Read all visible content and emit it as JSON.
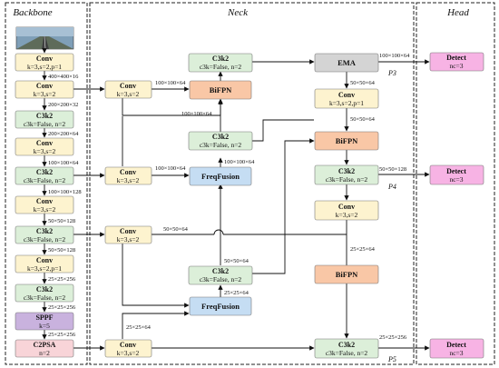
{
  "sections": {
    "backbone": "Backbone",
    "neck": "Neck",
    "head": "Head"
  },
  "colors": {
    "conv": "#fdf3cf",
    "c3k2": "#dcefd9",
    "bifpn": "#f9c7a6",
    "freqfusion": "#c5ddf3",
    "ema": "#d4d4d4",
    "sppf": "#c9b2de",
    "c2psa": "#f8d4d8",
    "detect": "#f7b3e4"
  },
  "blocks": {
    "b_conv1": {
      "title": "Conv",
      "sub": "k=3,s=2,p=1"
    },
    "b_conv2": {
      "title": "Conv",
      "sub": "k=3,s=2"
    },
    "b_c3k2_1": {
      "title": "C3k2",
      "sub": "c3k=False, n=2"
    },
    "b_conv3": {
      "title": "Conv",
      "sub": "k=3,s=2"
    },
    "b_c3k2_2": {
      "title": "C3k2",
      "sub": "c3k=False, n=2"
    },
    "b_conv4": {
      "title": "Conv",
      "sub": "k=3,s=2"
    },
    "b_c3k2_3": {
      "title": "C3k2",
      "sub": "c3k=False, n=2"
    },
    "b_conv5": {
      "title": "Conv",
      "sub": "k=3,s=2,p=1"
    },
    "b_c3k2_4": {
      "title": "C3k2",
      "sub": "c3k=False, n=2"
    },
    "b_sppf": {
      "title": "SPPF",
      "sub": "k=5"
    },
    "b_c2psa": {
      "title": "C2PSA",
      "sub": "n=2"
    },
    "n_conv_a": {
      "title": "Conv",
      "sub": "k=3,s=2"
    },
    "n_conv_b": {
      "title": "Conv",
      "sub": "k=3,s=2"
    },
    "n_conv_c": {
      "title": "Conv",
      "sub": "k=3,s=2"
    },
    "n_conv_d": {
      "title": "Conv",
      "sub": "k=3,s=2"
    },
    "n_c3k2_top": {
      "title": "C3k2",
      "sub": "c3k=False, n=2"
    },
    "n_bifpn_1": {
      "title": "BiFPN"
    },
    "n_c3k2_mid": {
      "title": "C3k2",
      "sub": "c3k=False, n=2"
    },
    "n_freq_1": {
      "title": "FreqFusion"
    },
    "n_c3k2_low": {
      "title": "C3k2",
      "sub": "c3k=False, n=2"
    },
    "n_freq_2": {
      "title": "FreqFusion"
    },
    "n_ema": {
      "title": "EMA"
    },
    "n_conv_r1": {
      "title": "Conv",
      "sub": "k=3,s=2,p=1"
    },
    "n_bifpn_2": {
      "title": "BiFPN"
    },
    "n_c3k2_r1": {
      "title": "C3k2",
      "sub": "c3k=False, n=2"
    },
    "n_conv_r2": {
      "title": "Conv",
      "sub": "k=3,s=2"
    },
    "n_bifpn_3": {
      "title": "BiFPN"
    },
    "n_c3k2_r2": {
      "title": "C3k2",
      "sub": "c3k=False, n=2"
    },
    "h_detect1": {
      "title": "Detect",
      "sub": "nc=3"
    },
    "h_detect2": {
      "title": "Detect",
      "sub": "nc=3"
    },
    "h_detect3": {
      "title": "Detect",
      "sub": "nc=3"
    }
  },
  "labels": {
    "d1": "400×400×16",
    "d2": "200×200×32",
    "d3": "200×200×64",
    "d4": "100×100×64",
    "d5": "100×100×128",
    "d6": "50×50×128",
    "d7": "50×50×128",
    "d8": "25×25×256",
    "d9": "25×25×256",
    "d10": "25×25×256",
    "n1": "100×100×64",
    "n2": "100×100×64",
    "n3": "100×100×64",
    "n4": "100×100×64",
    "n5": "50×50×64",
    "n6": "50×50×64",
    "n7": "25×25×64",
    "n8": "25×25×64",
    "r1": "100×100×64",
    "r2": "50×50×64",
    "r3": "50×50×64",
    "r4": "50×50×128",
    "r5": "25×25×64",
    "r6": "25×25×256",
    "p3": "P3",
    "p4": "P4",
    "p5": "P5"
  }
}
